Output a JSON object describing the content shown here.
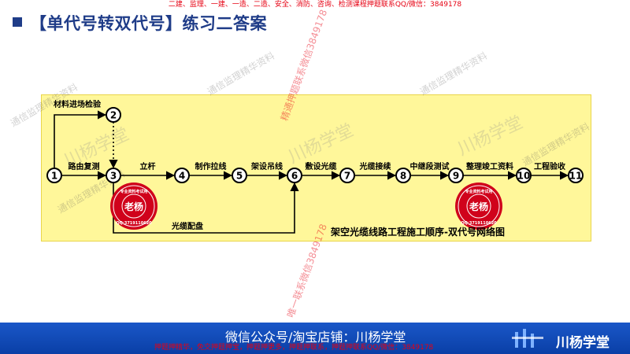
{
  "top_banner": "二建、监理、一建、一造、二造、安全、消防、咨询、检测课程押题联系QQ/微信：3849178",
  "title": "【单代号转双代号】练习二答案",
  "diagram": {
    "nodes": [
      {
        "id": "1",
        "label": "1"
      },
      {
        "id": "2",
        "label": "2"
      },
      {
        "id": "3",
        "label": "3"
      },
      {
        "id": "4",
        "label": "4"
      },
      {
        "id": "5",
        "label": "5"
      },
      {
        "id": "6",
        "label": "6"
      },
      {
        "id": "7",
        "label": "7"
      },
      {
        "id": "8",
        "label": "8"
      },
      {
        "id": "9",
        "label": "9"
      },
      {
        "id": "10",
        "label": "10"
      },
      {
        "id": "11",
        "label": "11"
      }
    ],
    "activities": [
      {
        "from": "1",
        "to": "2",
        "label": "材料进场检验"
      },
      {
        "from": "1",
        "to": "3",
        "label": "路由复测"
      },
      {
        "from": "3",
        "to": "4",
        "label": "立杆"
      },
      {
        "from": "4",
        "to": "5",
        "label": "制作拉线"
      },
      {
        "from": "5",
        "to": "6",
        "label": "架设吊线"
      },
      {
        "from": "6",
        "to": "7",
        "label": "敷设光缆"
      },
      {
        "from": "7",
        "to": "8",
        "label": "光缆接续"
      },
      {
        "from": "8",
        "to": "9",
        "label": "中继段测试"
      },
      {
        "from": "9",
        "to": "10",
        "label": "整理竣工资料"
      },
      {
        "from": "10",
        "to": "11",
        "label": "工程验收"
      },
      {
        "from": "3",
        "to": "6",
        "label": "光缆配盘"
      },
      {
        "from": "2",
        "to": "3",
        "label": "",
        "dummy": true
      }
    ],
    "caption": "架空光缆线路工程施工顺序-双代号网络图"
  },
  "seals": [
    {
      "name": "老杨",
      "ring_text": "专业资料考试用",
      "number": "QQ:3719110620"
    }
  ],
  "watermarks": {
    "diagonal": "通信监理精华资料",
    "brand": "川杨学堂",
    "red_vertical": "精通押题联系微信3849178",
    "red_vertical_2": "唯一联系微信3849178"
  },
  "footer": {
    "main_text": "微信公众号/淘宝店铺：川杨学堂",
    "sub_text": "押题押精华，免交押题押宝，押题押更多，押题押联系，押题押联系QQ/微信：3849178",
    "brand": "川杨学堂"
  },
  "colors": {
    "title": "#1f3c88",
    "panel": "#fff79a",
    "footer": "#0a3fa6",
    "seal": "#d0021b",
    "banner_text": "#e60012"
  }
}
